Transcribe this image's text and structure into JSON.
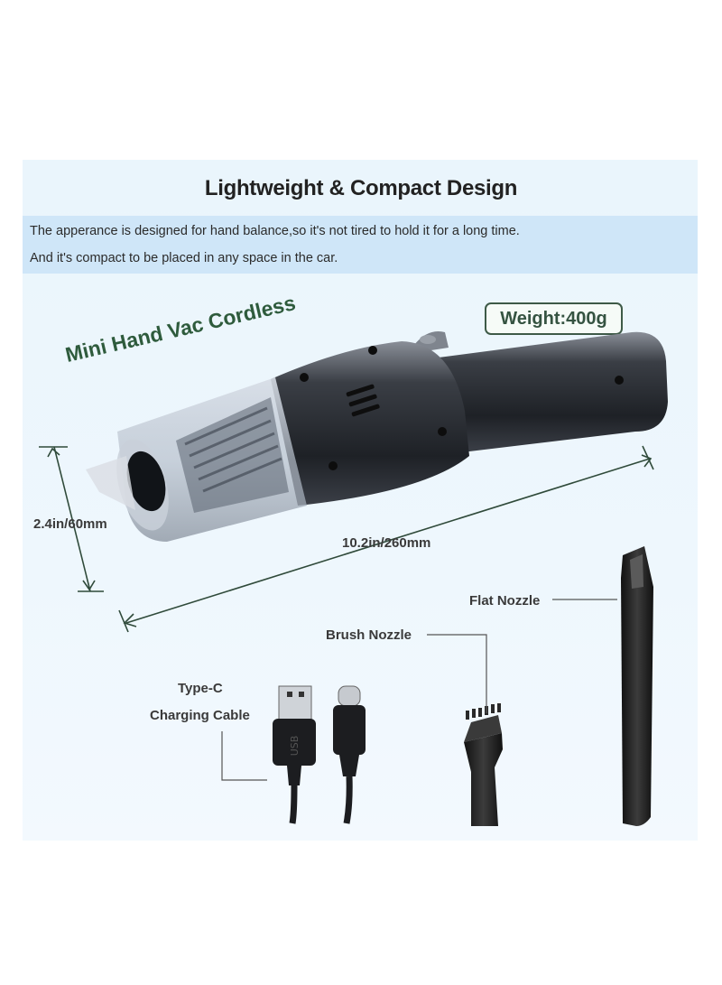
{
  "header": {
    "title": "Lightweight & Compact Design",
    "description_lines": [
      "The apperance is designed for hand balance,so it's not tired to hold it for a long time.",
      "And it's compact to be placed in any space in the car."
    ]
  },
  "badges": {
    "weight": "Weight:400g",
    "product_name": "Mini Hand Vac Cordless"
  },
  "dimensions": {
    "height": "2.4in/60mm",
    "length": "10.2in/260mm"
  },
  "accessories": {
    "flat_nozzle": "Flat Nozzle",
    "brush_nozzle": "Brush Nozzle",
    "cable_line1": "Type-C",
    "cable_line2": "Charging Cable"
  },
  "colors": {
    "panel_background": "#eef7fd",
    "description_band": "#cfe6f8",
    "accent_green": "#2e5b3c",
    "vacuum_body": "#2a2d33"
  }
}
